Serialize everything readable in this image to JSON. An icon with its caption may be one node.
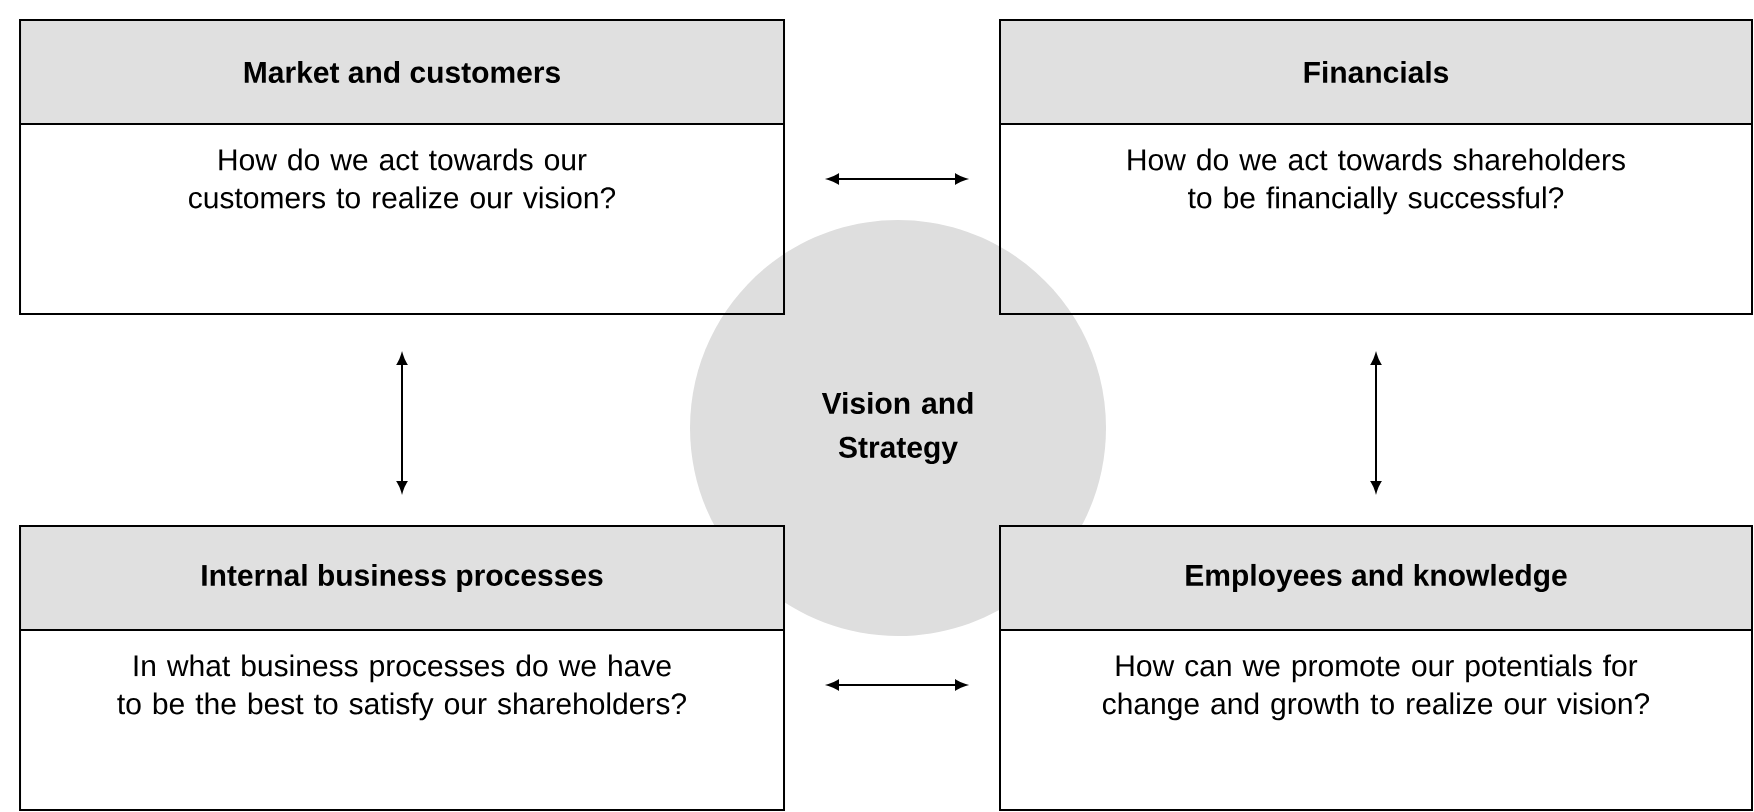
{
  "diagram": {
    "nodes": [
      {
        "text": [
          "Market and customers",
          "How do we act towards our customers to realize our vision?"
        ]
      },
      {
        "text": [
          "Financials",
          "How do we act towards shareholders to be financially successful?"
        ]
      },
      {
        "text": [
          "Vision and Strategy"
        ]
      },
      {
        "text": [
          "Internal business processes",
          "In what business processes do we have to be the best to satisfy our shareholders?"
        ]
      },
      {
        "text": [
          "Employees and knowledge",
          "How can we promote our potentials for change and growth to realize our vision?"
        ]
      }
    ],
    "edges": [
      {
        "from": 0,
        "to": 1,
        "arrow": "both"
      },
      {
        "from": 0,
        "to": 3,
        "arrow": "both"
      },
      {
        "from": 1,
        "to": 4,
        "arrow": "both"
      },
      {
        "from": 3,
        "to": 4,
        "arrow": "both"
      }
    ]
  }
}
